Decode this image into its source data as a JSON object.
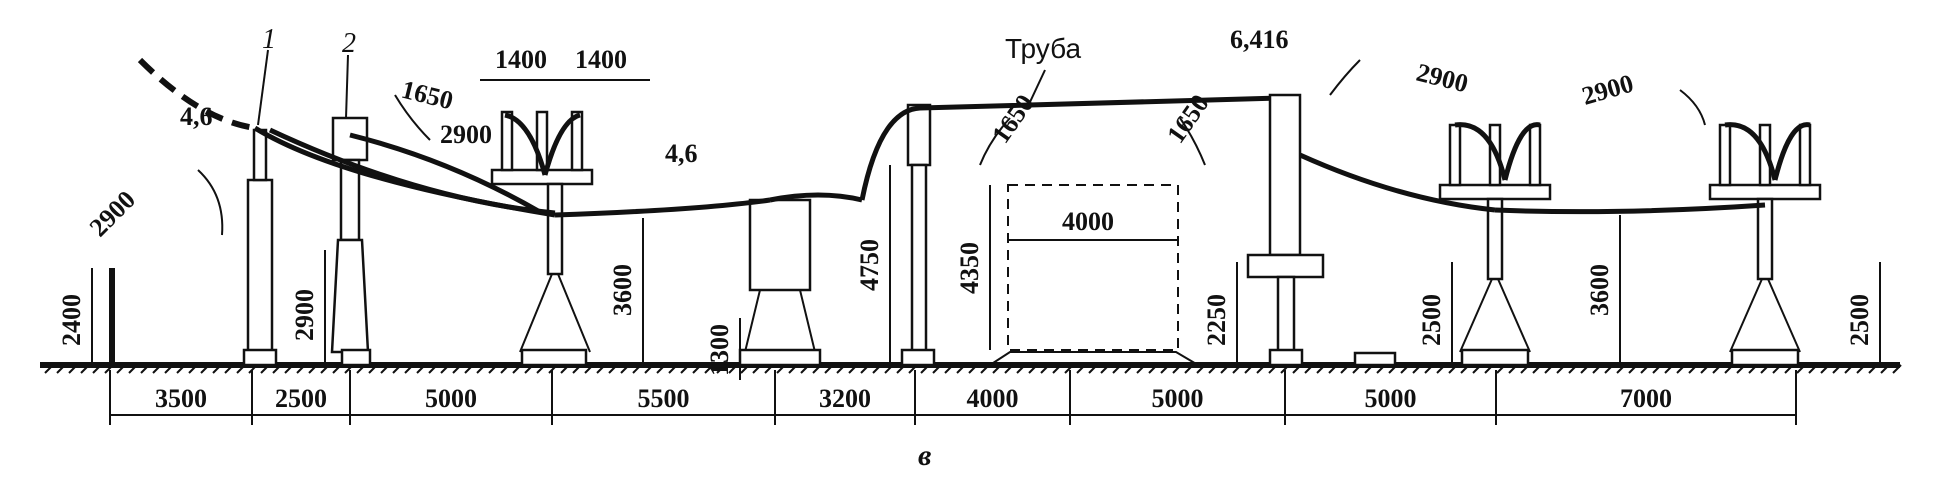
{
  "caption": "в",
  "callouts": {
    "one": "1",
    "two": "2"
  },
  "title": "Труба",
  "levels": {
    "left": "4,6",
    "middle": "4,6",
    "top": "6,416"
  },
  "clearances": {
    "a": "2900",
    "b": "1650",
    "c": "2900",
    "d": "1650",
    "e": "1650",
    "f": "2900",
    "g": "2900"
  },
  "top_spacing": [
    "1400",
    "1400"
  ],
  "heights": [
    "2400",
    "2900",
    "3600",
    "1300",
    "4750",
    "4350",
    "2250",
    "2500",
    "3600",
    "2500"
  ],
  "bay_width": "4000",
  "bottom_spans": [
    "3500",
    "2500",
    "5000",
    "5500",
    "3200",
    "4000",
    "5000",
    "5000",
    "7000"
  ]
}
